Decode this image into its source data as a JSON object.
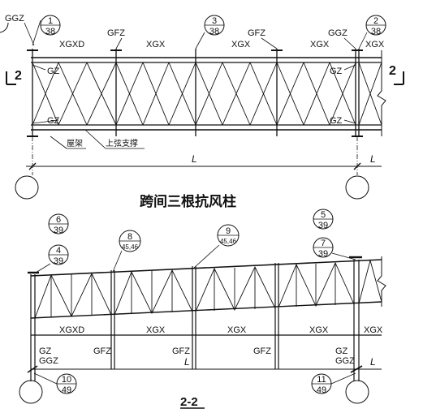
{
  "plan": {
    "top_labels": {
      "ggz_left": "GGZ",
      "gfz_1": "GFZ",
      "gfz_2": "GFZ",
      "ggz_right": "GGZ",
      "xgxd": "XGXD",
      "xgx_1": "XGX",
      "xgx_2": "XGX",
      "xgx_3": "XGX",
      "xgx_right": "XGX",
      "gz_tl": "GZ",
      "gz_tr": "GZ",
      "gz_bl": "GZ",
      "gz_br": "GZ"
    },
    "callouts": [
      {
        "top": "1",
        "bottom": "38"
      },
      {
        "top": "3",
        "bottom": "38"
      },
      {
        "top": "2",
        "bottom": "38"
      }
    ],
    "section_mark": "2",
    "roof_truss_label": "屋架",
    "upper_chord_bracing_label": "上弦支撑",
    "dim_L_main": "L",
    "dim_L_side": "L",
    "title": "跨间三根抗风柱"
  },
  "section": {
    "callouts": [
      {
        "top": "6",
        "bottom": "39"
      },
      {
        "top": "4",
        "bottom": "39"
      },
      {
        "top": "8",
        "bottom": "45,46"
      },
      {
        "top": "9",
        "bottom": "45,46"
      },
      {
        "top": "5",
        "bottom": "39"
      },
      {
        "top": "7",
        "bottom": "39"
      },
      {
        "top": "10",
        "bottom": "49"
      },
      {
        "top": "11",
        "bottom": "49"
      }
    ],
    "labels": {
      "xgxd": "XGXD",
      "xgx_1": "XGX",
      "xgx_2": "XGX",
      "xgx_3": "XGX",
      "xgx_4": "XGX",
      "gz_l": "GZ",
      "ggz_l": "GGZ",
      "gfz_1": "GFZ",
      "gfz_2": "GFZ",
      "gfz_3": "GFZ",
      "gz_r": "GZ",
      "ggz_r": "GGZ",
      "dim_L_1": "L",
      "dim_L_2": "L"
    },
    "title": "2-2"
  }
}
